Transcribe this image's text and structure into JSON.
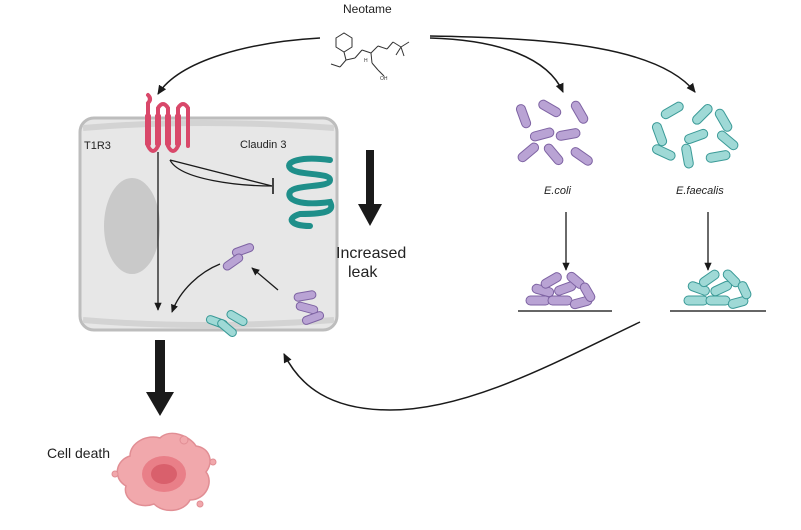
{
  "labels": {
    "neotame": "Neotame",
    "receptor": "T1R3",
    "tight_junction": "Claudin 3",
    "leak_line1": "Increased",
    "leak_line2": "leak",
    "ecoli": "E.coli",
    "efaecalis": "E.faecalis",
    "cell_death": "Cell death"
  },
  "colors": {
    "ecoli": "#b9a3d4",
    "ecoli_stroke": "#7e63a3",
    "efaecalis": "#9fd9d6",
    "efaecalis_stroke": "#3a9a97",
    "receptor": "#d9486a",
    "claudin": "#1f8f8a",
    "cell_fill": "#e7e7e7",
    "cell_stroke": "#b9b9b9",
    "dead_cell": "#f1a8ac"
  }
}
